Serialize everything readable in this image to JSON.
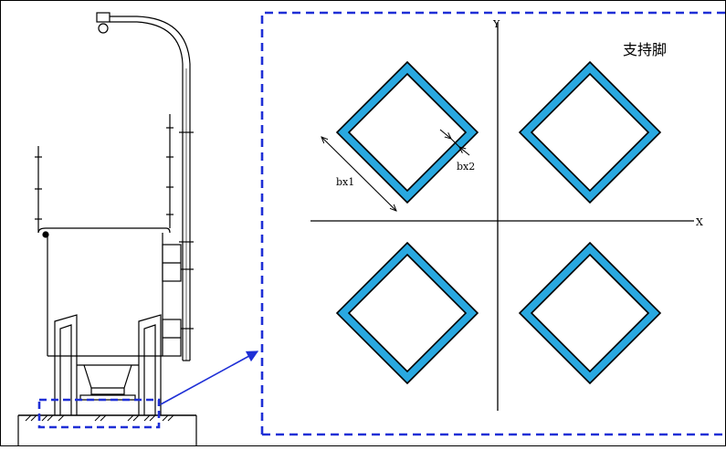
{
  "labels": {
    "y_axis": "Y",
    "x_axis": "X",
    "support_legs": "支持脚",
    "dim_outer": "bx1",
    "dim_thickness": "bx2"
  },
  "colors": {
    "line": "#000000",
    "tube_fill": "#29a8e0",
    "detail_frame": "#1e2fd6"
  }
}
